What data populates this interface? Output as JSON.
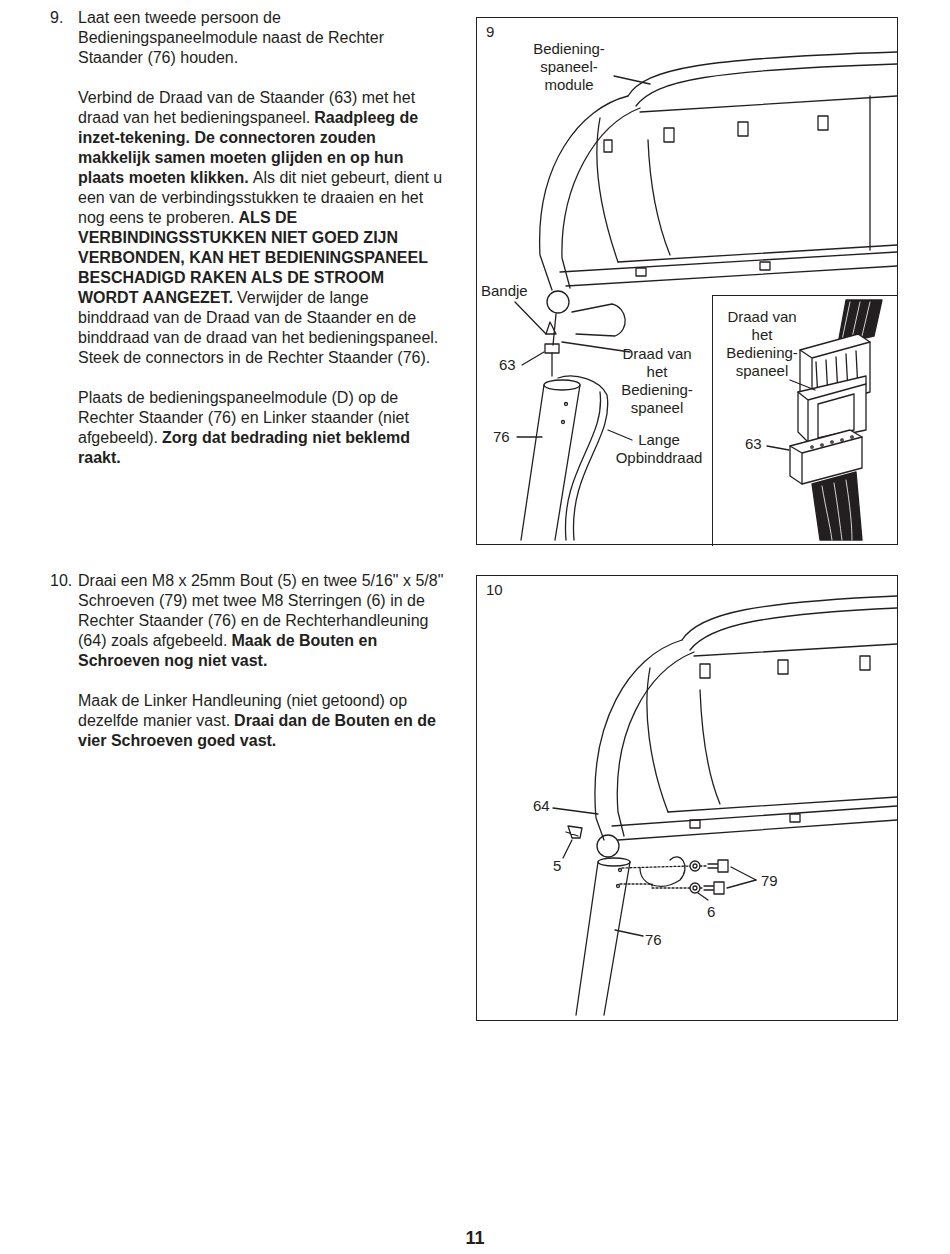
{
  "diagram": {
    "nodes": [
      {
        "text": [
          "9",
          "Bediening- spaneel- module",
          "Bandje",
          "63",
          "Draad van het Bediening- spaneel",
          "76",
          "Lange Opbinddraad"
        ]
      },
      {
        "text": [
          "Draad van het Bediening- spaneel",
          "63"
        ],
        "in": 0
      },
      {
        "text": [
          "10",
          "64",
          "5",
          "79",
          "6",
          "76"
        ]
      }
    ],
    "labels": [
      "9.",
      "Laat een tweede persoon de Bedieningspaneelmodule naast de Rechter Staander (76) houden.",
      "Verbind de Draad van de Staander (63) met het draad van het bedieningspaneel.",
      "Raadpleeg de inzet-tekening. De connectoren zouden makkelijk samen moeten glijden en op hun plaats moeten klikken.",
      "Als dit niet gebeurt, dient u een van de verbindingsstukken te draaien en het nog eens te proberen.",
      "ALS DE VERBINDINGSSTUKKEN NIET GOED ZIJN VERBONDEN, KAN HET BEDIENINGSPANEEL BESCHADIGD RAKEN ALS DE STROOM WORDT AANGEZET.",
      "Verwijder de lange binddraad van de Draad van de Staander en de binddraad van de draad van het bedieningspaneel. Steek de connectors in de Rechter Staander (76).",
      "Plaats de bedieningspaneelmodule (D) op de Rechter Staander (76) en Linker staander (niet afgebeeld).",
      "Zorg dat bedrading niet beklemd raakt.",
      "10.",
      "Draai een M8 x 25mm Bout (5) en twee 5/16\" x 5/8\" Schroeven (79) met twee M8 Sterringen (6) in de Rechter Staander (76) en de Rechterhandleuning (64) zoals afgebeeld.",
      "Maak de Bouten en Schroeven nog niet vast.",
      "Maak de Linker Handleuning (niet getoond) op dezelfde manier vast.",
      "Draai dan de Bouten en de vier Schroeven goed vast.",
      "11"
    ]
  }
}
